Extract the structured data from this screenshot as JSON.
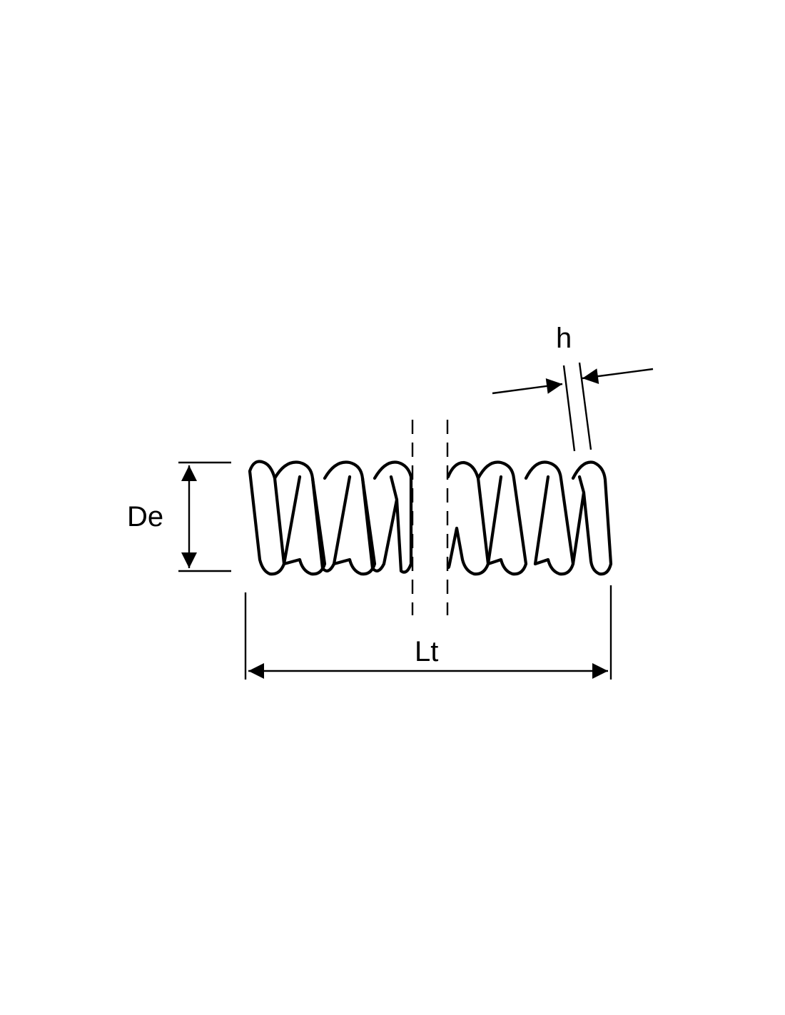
{
  "labels": {
    "outer_diameter": "De",
    "total_length": "Lt",
    "wire_thickness": "h"
  },
  "colors": {
    "ink": "#000000",
    "background": "#ffffff"
  }
}
